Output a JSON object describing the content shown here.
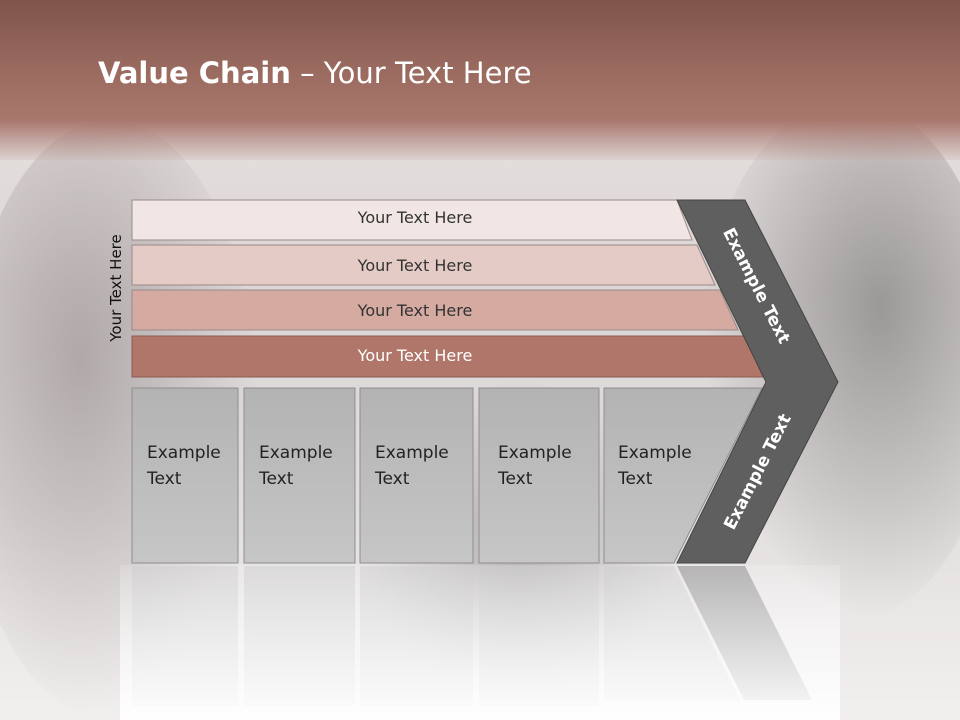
{
  "title": {
    "bold": "Value Chain",
    "rest": " – Your Text Here"
  },
  "vertical_label": "Your Text Here",
  "bands": [
    {
      "label": "Your Text Here",
      "fill": "#f1e6e4"
    },
    {
      "label": "Your Text Here",
      "fill": "#e5cbc5"
    },
    {
      "label": "Your Text Here",
      "fill": "#d4aaa1"
    },
    {
      "label": "Your Text Here",
      "fill": "#b07669"
    }
  ],
  "columns": [
    {
      "line1": "Example",
      "line2": "Text"
    },
    {
      "line1": "Example",
      "line2": "Text"
    },
    {
      "line1": "Example",
      "line2": "Text"
    },
    {
      "line1": "Example",
      "line2": "Text"
    },
    {
      "line1": "Example",
      "line2": "Text"
    }
  ],
  "chevron": {
    "upper_label": "Example Text",
    "lower_label": "Example Text",
    "fill": "#5f5f5f"
  }
}
